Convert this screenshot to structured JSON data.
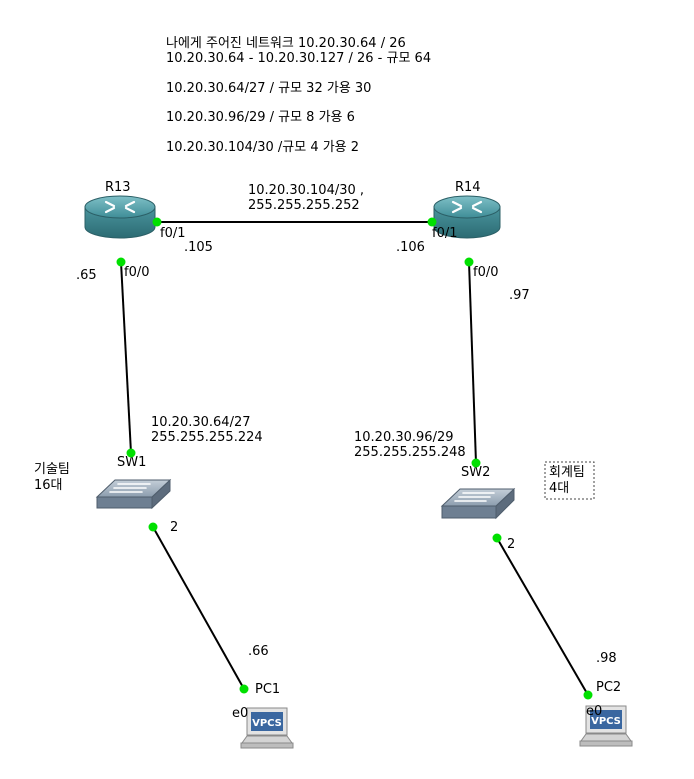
{
  "notes": [
    "나에게 주어진 네트워크 10.20.30.64 / 26",
    "10.20.30.64 - 10.20.30.127 / 26 - 규모 64",
    "10.20.30.64/27 / 규모 32 가용 30",
    "10.20.30.96/29 / 규모 8 가용 6",
    "10.20.30.104/30 /규모 4 가용 2"
  ],
  "routers": {
    "r13": {
      "name": "R13",
      "port_up": "f0/1",
      "port_down": "f0/0",
      "ip_right": ".105",
      "ip_down": ".65"
    },
    "r14": {
      "name": "R14",
      "port_up": "f0/1",
      "port_down": "f0/0",
      "ip_left": ".106",
      "ip_down": ".97"
    }
  },
  "wan": {
    "network": "10.20.30.104/30 ,",
    "mask": "255.255.255.252"
  },
  "lan1": {
    "network": "10.20.30.64/27",
    "mask": "255.255.255.224"
  },
  "lan2": {
    "network": "10.20.30.96/29",
    "mask": "255.255.255.248"
  },
  "switches": {
    "sw1": {
      "name": "SW1",
      "port": "2",
      "team_line1": "기술팀",
      "team_line2": "16대"
    },
    "sw2": {
      "name": "SW2",
      "port": "2",
      "team_line1": "회계팀",
      "team_line2": "4대"
    }
  },
  "pcs": {
    "pc1": {
      "name": "PC1",
      "port": "e0",
      "ip": ".66",
      "badge": "VPCS"
    },
    "pc2": {
      "name": "PC2",
      "port": "e0",
      "ip": ".98",
      "badge": "VPCS"
    }
  },
  "colors": {
    "link_dot": "#00e000",
    "router": "#3f8d97",
    "switch": "#8c9dae",
    "pc_badge": "#3a67a0"
  }
}
